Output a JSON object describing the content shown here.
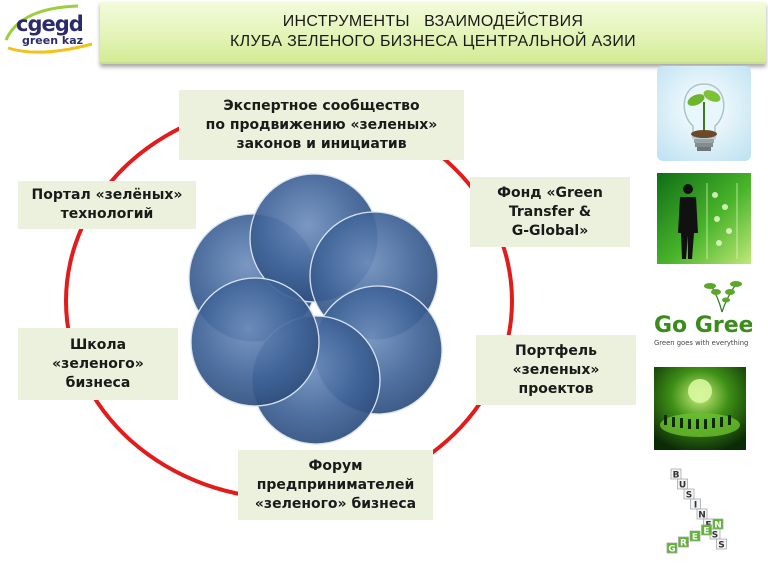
{
  "logo": {
    "top_text": "cgegd",
    "bottom_text": "green kaz"
  },
  "title": {
    "line1": "ИНСТРУМЕНТЫ   ВЗАИМОДЕЙСТВИЯ",
    "line2": "КЛУБА ЗЕЛЕНОГО БИЗНЕСА ЦЕНТРАЛЬНОЙ АЗИИ"
  },
  "boxes": {
    "expert": [
      "Экспертное сообщество",
      "по продвижению «зеленых»",
      "законов и инициатив"
    ],
    "portal": [
      "Портал «зелёных»",
      "технологий"
    ],
    "fund": [
      "Фонд «Green",
      "Transfer &",
      "G-Global»"
    ],
    "school": [
      "Школа",
      "«зеленого»",
      "бизнеса"
    ],
    "portfolio": [
      "Портфель",
      "«зеленых»",
      "проектов"
    ],
    "forum": [
      "Форум",
      "предпринимателей",
      "«зеленого» бизнеса"
    ]
  },
  "images": {
    "go_green": "Go Green",
    "go_green_tagline": "Green goes with everything",
    "business_letters": "BUSINESS",
    "green_letters": "GREEN"
  },
  "colors": {
    "ring": "#e21b1b",
    "circle_fill": "#3f6397",
    "box_fill": "#ebf1dd",
    "banner": "#e4f4b8"
  }
}
